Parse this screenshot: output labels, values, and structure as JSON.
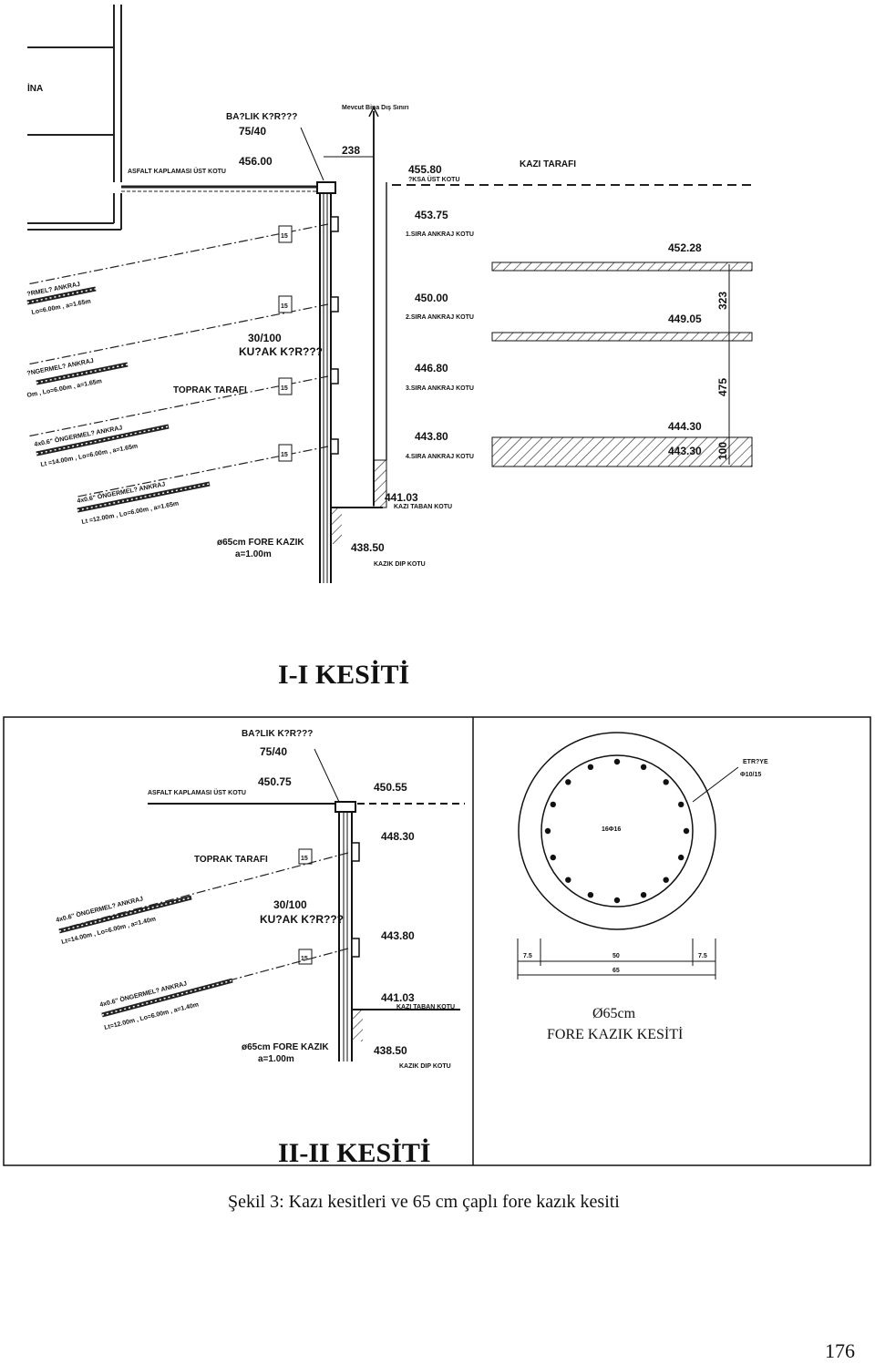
{
  "section1": {
    "bina_label": "İNA",
    "beam_label": "BA?LIK K?R???",
    "beam_dim": "75/40",
    "boundary_label": "Mevcut Bina Dış Sınırı",
    "gap_dim": "238",
    "asphalt_label": "ASFALT KAPLAMASI ÜST KOTU",
    "asphalt_elev": "456.00",
    "excavation_side": "KAZI TARAFI",
    "top_elev": "455.80",
    "top_elev_label": "?KSA ÜST KOTU",
    "anchor_rows": [
      {
        "elev": "453.75",
        "label": "1.SIRA ANKRAJ KOTU"
      },
      {
        "elev": "450.00",
        "label": "2.SIRA ANKRAJ KOTU"
      },
      {
        "elev": "446.80",
        "label": "3.SIRA ANKRAJ KOTU"
      },
      {
        "elev": "443.80",
        "label": "4.SIRA ANKRAJ KOTU"
      }
    ],
    "right_levels": [
      "452.28",
      "449.05",
      "444.30",
      "443.30"
    ],
    "right_dims": [
      "323",
      "475",
      "100"
    ],
    "anchor_angles": [
      "15",
      "15",
      "15",
      "15"
    ],
    "anchors": [
      {
        "t1": "?RMEL? ANKRAJ",
        "t2": "Lo=6.00m , a=1.65m"
      },
      {
        "t1": "?NGERMEL? ANKRAJ",
        "t2": "Om , Lo=6.00m , a=1.65m"
      },
      {
        "t1": "4x0.6\" ÖNGERMEL? ANKRAJ",
        "t2": "Lt =14.00m , Lo=6.00m , a=1.65m"
      },
      {
        "t1": "4x0.6\" ÖNGERMEL? ANKRAJ",
        "t2": "Lt =12.00m , Lo=6.00m , a=1.65m"
      }
    ],
    "waler_dim": "30/100",
    "waler_label": "KU?AK K?R???",
    "soil_side": "TOPRAK TARAFI",
    "base_elev": "441.03",
    "base_label": "KAZI TABAN KOTU",
    "pile_label": "ø65cm FORE KAZIK",
    "pile_spacing": "a=1.00m",
    "pile_tip_elev": "438.50",
    "pile_tip_label": "KAZIK DIP KOTU",
    "title": "I-I KESİTİ"
  },
  "section2": {
    "beam_label": "BA?LIK K?R???",
    "beam_dim": "75/40",
    "asphalt_label": "ASFALT KAPLAMASI ÜST KOTU",
    "asphalt_elev": "450.75",
    "top_elev": "450.55",
    "soil_side": "TOPRAK TARAFI",
    "anchor_angles": [
      "15",
      "15"
    ],
    "anchor_rows": [
      "448.30",
      "443.80"
    ],
    "anchors": [
      {
        "t1": "4x0.6\" ÖNGERMEL? ANKRAJ",
        "t2": "Lt=14.00m , Lo=6.00m , a=1.40m"
      },
      {
        "t1": "4x0.6\" ÖNGERMEL? ANKRAJ",
        "t2": "Lt=12.00m , Lo=6.00m , a=1.40m"
      }
    ],
    "waler_dim": "30/100",
    "waler_label": "KU?AK K?R???",
    "base_elev": "441.03",
    "base_label": "KAZI TABAN KOTU",
    "pile_label": "ø65cm FORE KAZIK",
    "pile_spacing": "a=1.00m",
    "pile_tip_elev": "438.50",
    "pile_tip_label": "KAZIK DIP KOTU",
    "title": "II-II KESİTİ"
  },
  "pile_section": {
    "stirrup_label": "ETR?YE",
    "stirrup_spec": "Φ10/15",
    "rebar_label": "16Φ16",
    "dims": {
      "left": "7.5",
      "mid": "50",
      "right": "7.5",
      "total": "65"
    },
    "diameter": "Ø65cm",
    "title": "FORE KAZIK KESİTİ"
  },
  "caption": "Şekil 3:  Kazı kesitleri ve 65 cm çaplı fore kazık  kesiti",
  "page_number": "176"
}
